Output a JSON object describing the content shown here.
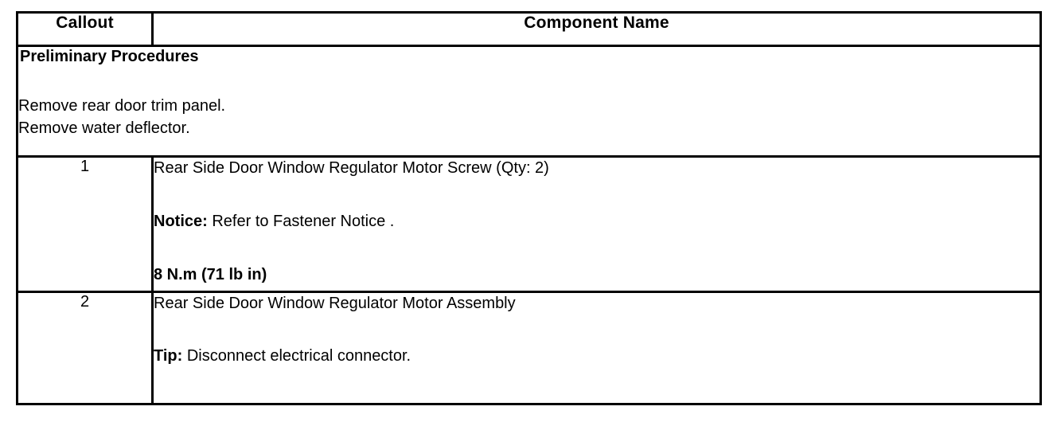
{
  "table": {
    "headers": {
      "callout": "Callout",
      "component_name": "Component Name"
    },
    "preliminary": {
      "title": "Preliminary Procedures",
      "steps": [
        "Remove rear door trim panel.",
        "Remove water deflector."
      ]
    },
    "rows": [
      {
        "callout": "1",
        "name": "Rear Side Door Window Regulator Motor Screw (Qty: 2)",
        "notice_label": "Notice:",
        "notice_text": " Refer to Fastener Notice .",
        "torque": "8 N.m (71 lb in)"
      },
      {
        "callout": "2",
        "name": "Rear Side Door Window Regulator Motor Assembly",
        "tip_label": "Tip:",
        "tip_text": " Disconnect electrical connector."
      }
    ]
  },
  "colors": {
    "border": "#000000",
    "text": "#000000",
    "background": "#ffffff"
  }
}
